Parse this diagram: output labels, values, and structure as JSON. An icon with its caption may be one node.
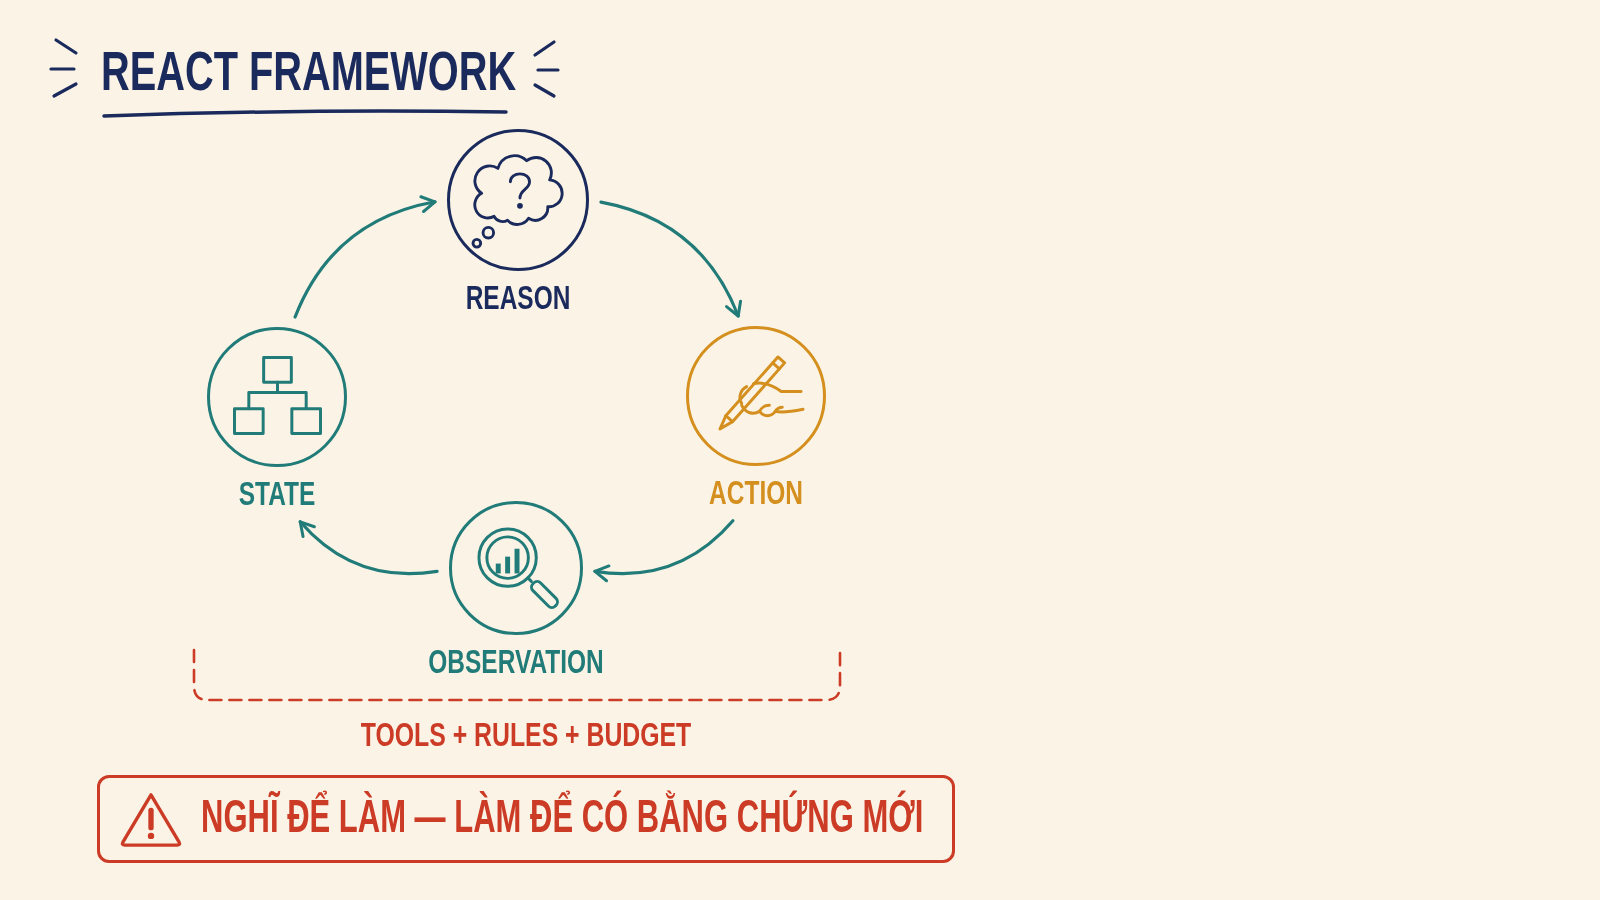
{
  "diagram": {
    "title": "REACT FRAMEWORK",
    "nodes": [
      {
        "text": [
          "REASON"
        ]
      },
      {
        "text": [
          "STATE"
        ]
      },
      {
        "text": [
          "ACTION"
        ]
      },
      {
        "text": [
          "OBSERVATION"
        ]
      },
      {
        "text": [
          "NGHĨ ĐỂ LÀM — LÀM ĐỂ CÓ BẰNG CHỨNG MỚI"
        ]
      }
    ],
    "edges": [
      {
        "from": 1,
        "to": 0,
        "arrow": "to"
      },
      {
        "from": 0,
        "to": 2,
        "arrow": "to"
      },
      {
        "from": 2,
        "to": 3,
        "arrow": "to"
      },
      {
        "from": 3,
        "to": 1,
        "arrow": "to"
      }
    ],
    "labels": [
      "TOOLS + RULES + BUDGET"
    ]
  }
}
